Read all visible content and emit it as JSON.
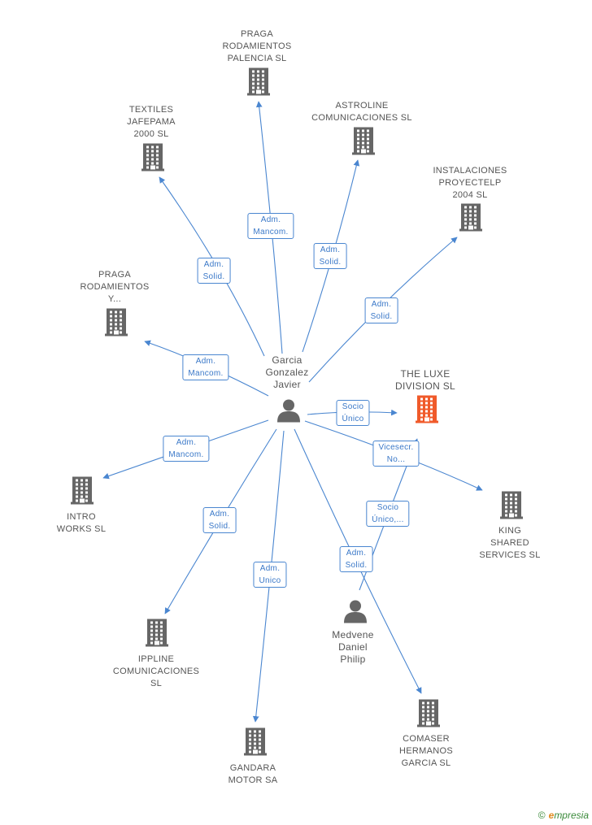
{
  "colors": {
    "edge": "#4a86d0",
    "company_icon": "#666666",
    "highlight_icon": "#f05a2a",
    "person_icon": "#666666"
  },
  "nodes": [
    {
      "id": "center",
      "kind": "person",
      "icon": "person-icon",
      "label": "Garcia\nGonzalez\nJavier"
    },
    {
      "id": "praga_palencia",
      "kind": "company",
      "icon": "building-icon",
      "label": "PRAGA\nRODAMIENTOS\nPALENCIA  SL"
    },
    {
      "id": "textiles",
      "kind": "company",
      "icon": "building-icon",
      "label": "TEXTILES\nJAFEPAMA\n2000 SL"
    },
    {
      "id": "astroline",
      "kind": "company",
      "icon": "building-icon",
      "label": "ASTROLINE\nCOMUNICACIONES SL"
    },
    {
      "id": "instalaciones",
      "kind": "company",
      "icon": "building-icon",
      "label": "INSTALACIONES\nPROYECTELP\n2004 SL"
    },
    {
      "id": "praga_y",
      "kind": "company",
      "icon": "building-icon",
      "label": "PRAGA\nRODAMIENTOS\nY..."
    },
    {
      "id": "luxe",
      "kind": "highlight",
      "icon": "building-icon",
      "label": "THE LUXE\nDIVISION SL"
    },
    {
      "id": "intro",
      "kind": "company",
      "icon": "building-icon",
      "label": "INTRO\nWORKS SL"
    },
    {
      "id": "king",
      "kind": "company",
      "icon": "building-icon",
      "label": "KING\nSHARED\nSERVICES SL"
    },
    {
      "id": "ippline",
      "kind": "company",
      "icon": "building-icon",
      "label": "IPPLINE\nCOMUNICACIONES\nSL"
    },
    {
      "id": "medvene",
      "kind": "person",
      "icon": "person-icon",
      "label": "Medvene\nDaniel\nPhilip"
    },
    {
      "id": "gandara",
      "kind": "company",
      "icon": "building-icon",
      "label": "GANDARA\nMOTOR SA"
    },
    {
      "id": "comaser",
      "kind": "company",
      "icon": "building-icon",
      "label": "COMASER\nHERMANOS\nGARCIA SL"
    }
  ],
  "edges": [
    {
      "from": "center",
      "to": "praga_palencia",
      "label": "Adm.\nMancom."
    },
    {
      "from": "center",
      "to": "textiles",
      "label": "Adm.\nSolid."
    },
    {
      "from": "center",
      "to": "astroline",
      "label": "Adm.\nSolid."
    },
    {
      "from": "center",
      "to": "instalaciones",
      "label": "Adm.\nSolid."
    },
    {
      "from": "center",
      "to": "praga_y",
      "label": "Adm.\nMancom."
    },
    {
      "from": "center",
      "to": "luxe",
      "label": "Socio\nÚnico"
    },
    {
      "from": "center",
      "to": "king",
      "label": "Vicesecr.\nNo..."
    },
    {
      "from": "center",
      "to": "intro",
      "label": "Adm.\nMancom."
    },
    {
      "from": "center",
      "to": "ippline",
      "label": "Adm.\nSolid."
    },
    {
      "from": "center",
      "to": "gandara",
      "label": "Adm.\nUnico"
    },
    {
      "from": "center",
      "to": "comaser",
      "label": "Adm.\nSolid."
    },
    {
      "from": "medvene",
      "to": "luxe",
      "label": "Socio\nÚnico,..."
    }
  ],
  "footer": {
    "copyright": "©",
    "brand_initial": "e",
    "brand_rest": "mpresia"
  }
}
